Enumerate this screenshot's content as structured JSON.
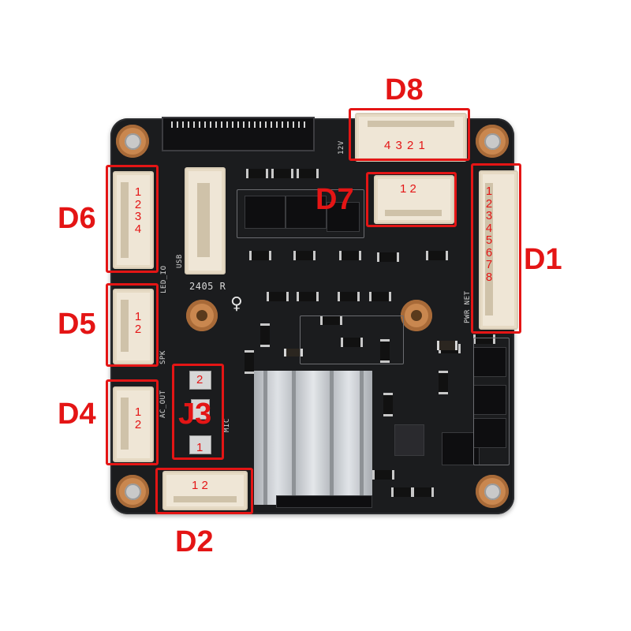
{
  "annotations": {
    "d1": {
      "label": "D1",
      "pins": "12345678"
    },
    "d2": {
      "label": "D2",
      "pins": "1 2"
    },
    "d4": {
      "label": "D4",
      "pins": "12"
    },
    "d5": {
      "label": "D5",
      "pins": "12"
    },
    "d6": {
      "label": "D6",
      "pins": "1234"
    },
    "d7": {
      "label": "D7",
      "pins": "1 2"
    },
    "d8": {
      "label": "D8",
      "pins": "4 3 2 1"
    },
    "j3": {
      "label": "J3",
      "pin_top": "2",
      "pin_bottom": "1"
    }
  },
  "silkscreen": {
    "usb": "USB",
    "led_io": "LED_IO",
    "rev": "2405 R",
    "pwr_net": "PWR NET",
    "spk": "SPK",
    "ac_out": "AC_OUT",
    "mic": "MIC",
    "twelve_v": "12V"
  },
  "colors": {
    "annotation": "#e41515",
    "board": "#1b1c1e",
    "connector": "#efe6d6",
    "heatsink": "#c9cdd1"
  }
}
